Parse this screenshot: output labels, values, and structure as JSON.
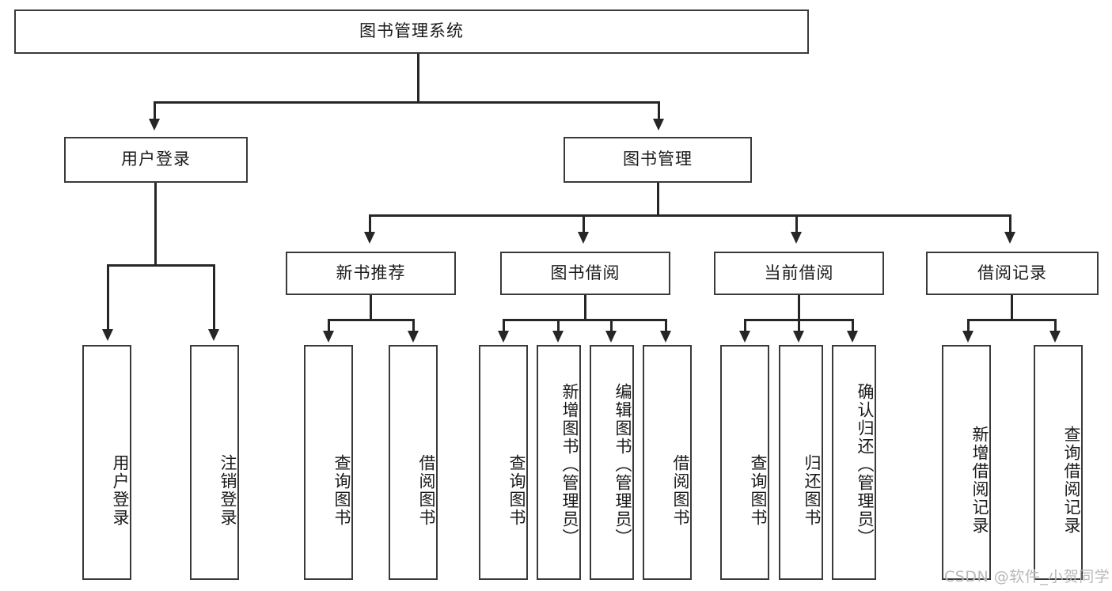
{
  "diagram": {
    "type": "tree",
    "title": "图书管理系统",
    "root": {
      "label": "图书管理系统"
    },
    "level2": [
      {
        "label": "用户登录"
      },
      {
        "label": "图书管理"
      }
    ],
    "level3": [
      {
        "label": "新书推荐"
      },
      {
        "label": "图书借阅"
      },
      {
        "label": "当前借阅"
      },
      {
        "label": "借阅记录"
      }
    ],
    "leaves": {
      "user_login": [
        {
          "label": "用户登录"
        },
        {
          "label": "注销登录"
        }
      ],
      "new_book_recommend": [
        {
          "label": "查询图书"
        },
        {
          "label": "借阅图书"
        }
      ],
      "book_borrow": [
        {
          "label": "查询图书"
        },
        {
          "label": "新增图书（管理员）"
        },
        {
          "label": "编辑图书（管理员）"
        },
        {
          "label": "借阅图书"
        }
      ],
      "current_borrow": [
        {
          "label": "查询图书"
        },
        {
          "label": "归还图书"
        },
        {
          "label": "确认归还（管理员）"
        }
      ],
      "borrow_record": [
        {
          "label": "新增借阅记录"
        },
        {
          "label": "查询借阅记录"
        }
      ]
    }
  },
  "watermark": {
    "text": "CSDN @软件_小贺同学"
  },
  "colors": {
    "box_border": "#3a3a3a",
    "line": "#262626",
    "background": "#ffffff",
    "watermark": "#b9b9b9"
  }
}
